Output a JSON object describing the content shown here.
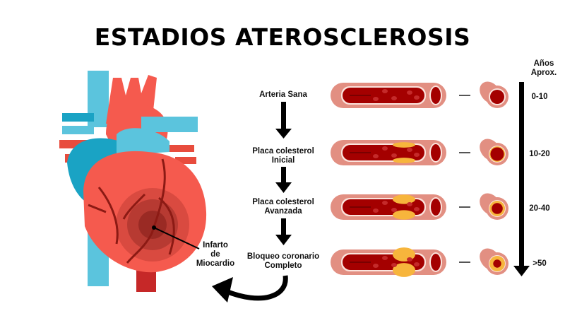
{
  "title": "ESTADIOS ATEROSCLEROSIS",
  "timeline": {
    "header_line1": "Años",
    "header_line2": "Aprox."
  },
  "stages": [
    {
      "line1": "Arteria Sana",
      "line2": "",
      "years": "0-10",
      "plaque": 0
    },
    {
      "line1": "Placa colesterol",
      "line2": "Inicial",
      "years": "10-20",
      "plaque": 0.35
    },
    {
      "line1": "Placa colesterol",
      "line2": "Avanzada",
      "years": "20-40",
      "plaque": 0.6
    },
    {
      "line1": "Bloqueo coronario",
      "line2": "Completo",
      "years": ">50",
      "plaque": 0.9
    }
  ],
  "heart_label": {
    "line1": "Infarto",
    "line2": "de",
    "line3": "Miocardio"
  },
  "colors": {
    "wall": "#e28f82",
    "blood": "#a40000",
    "plaque": "#f7b53c",
    "heart": "#f55a4e",
    "vessel_blue": "#5bc4dd",
    "dark_blue": "#1aa3c4"
  }
}
